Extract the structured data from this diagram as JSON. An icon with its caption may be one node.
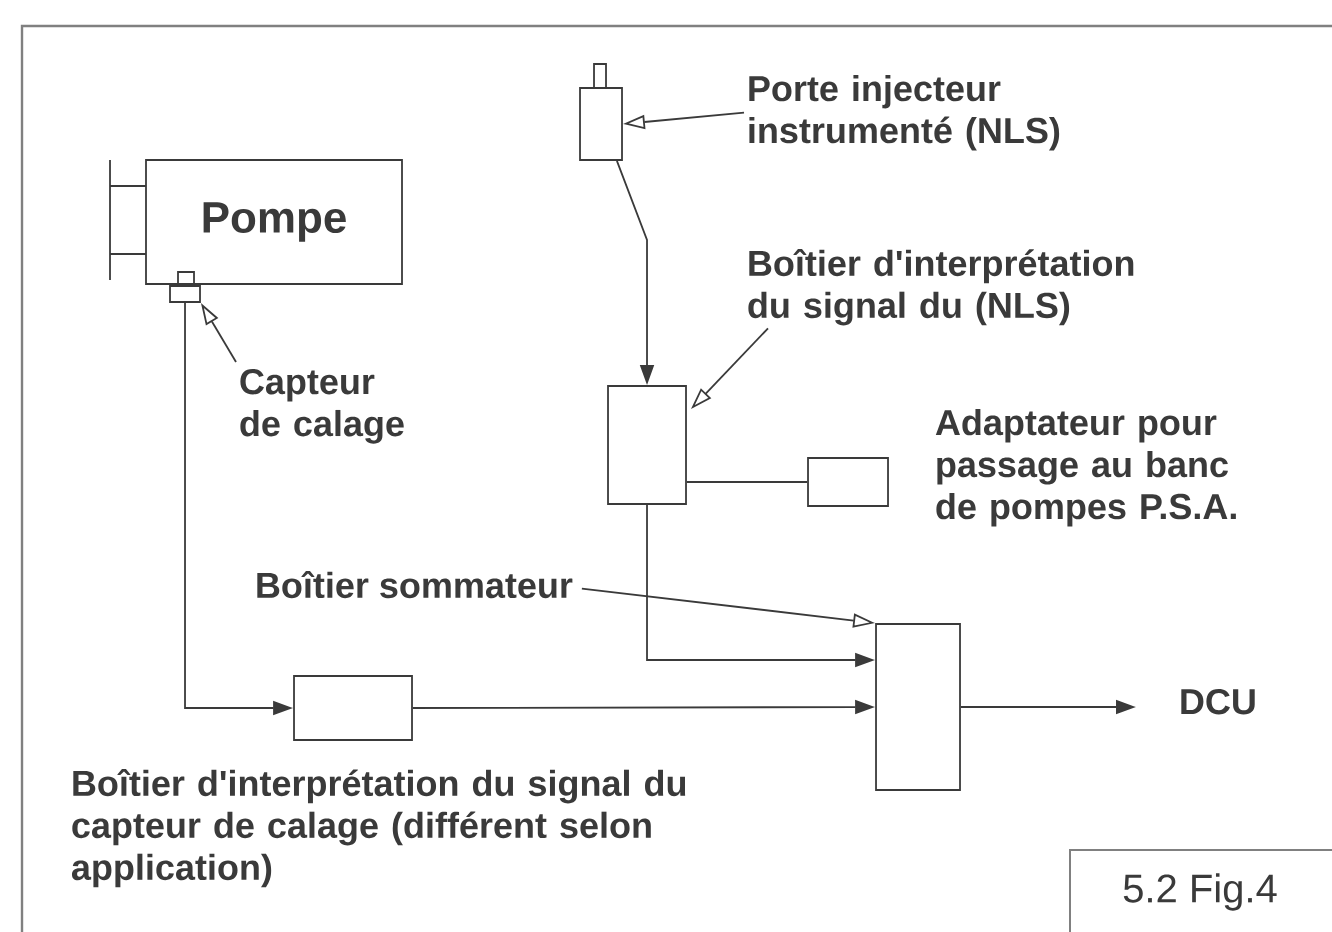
{
  "diagram": {
    "nodes": [
      {
        "text": [
          "Pompe"
        ]
      },
      {
        "text": [],
        "shape": "box"
      },
      {
        "text": [
          "Capteur de calage"
        ]
      },
      {
        "text": [],
        "shape": "box"
      },
      {
        "text": [
          "Porte injecteur instrumenté (NLS)"
        ]
      },
      {
        "text": [],
        "shape": "box"
      },
      {
        "text": [
          "Boîtier d'interprétation du signal du (NLS)"
        ]
      },
      {
        "text": [],
        "shape": "box",
        "beside": [
          "Adaptateur pour passage au banc de pompes P.S.A."
        ]
      },
      {
        "text": [],
        "shape": "box"
      },
      {
        "text": [
          "Boîtier sommateur"
        ]
      },
      {
        "text": [],
        "shape": "box",
        "beside": [
          "Boîtier d'interprétation du signal du capteur de calage (différent selon application)"
        ]
      },
      {
        "text": [
          "DCU"
        ]
      }
    ],
    "edges": [
      {
        "from": 2,
        "to": 1,
        "arrow": "to"
      },
      {
        "from": 1,
        "to": 10,
        "arrow": "to"
      },
      {
        "from": 4,
        "to": 3,
        "arrow": "to"
      },
      {
        "from": 3,
        "to": 5,
        "arrow": "to"
      },
      {
        "from": 6,
        "to": 5,
        "arrow": "to"
      },
      {
        "from": 5,
        "to": 7,
        "arrow": "none"
      },
      {
        "from": 5,
        "to": 8,
        "arrow": "to"
      },
      {
        "from": 10,
        "to": 8,
        "arrow": "to"
      },
      {
        "from": 9,
        "to": 8,
        "arrow": "to"
      },
      {
        "from": 8,
        "to": 11,
        "arrow": "to"
      }
    ],
    "labels": [
      "5.2 Fig.4"
    ]
  }
}
